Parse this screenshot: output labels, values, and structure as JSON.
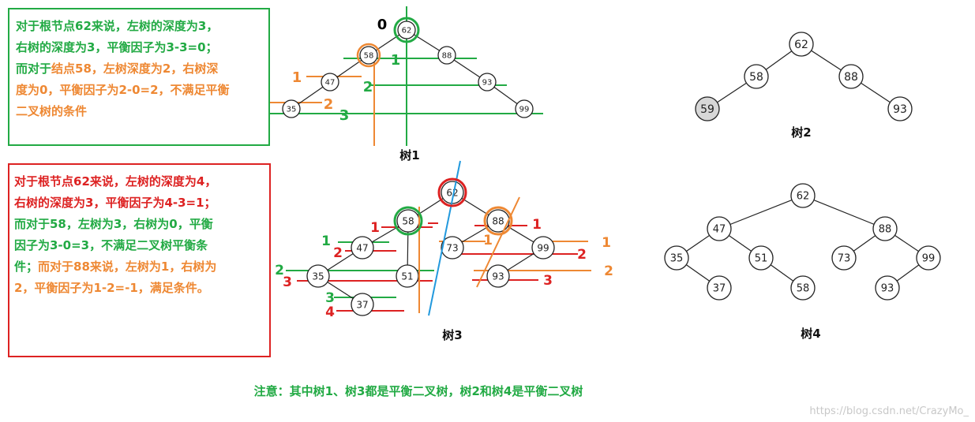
{
  "box1": {
    "lines": [
      [
        {
          "t": "对于根节点62来说，左树的深度为3，",
          "c": "g"
        }
      ],
      [
        {
          "t": "右树的深度为3，平衡因子为3-3=0；",
          "c": "g"
        }
      ],
      [
        {
          "t": "而对于",
          "c": "g"
        },
        {
          "t": "结点58，左树深度为2，右树深",
          "c": "o"
        }
      ],
      [
        {
          "t": "度为0，平衡因子为2-0=2，不满足平衡",
          "c": "o"
        }
      ],
      [
        {
          "t": "二叉树的条件",
          "c": "o"
        }
      ]
    ]
  },
  "box2": {
    "lines": [
      [
        {
          "t": "对于根节点62来说，左树的深度为4，",
          "c": "r"
        }
      ],
      [
        {
          "t": "右树的深度为3，平衡因子为4-3=1；",
          "c": "r"
        }
      ],
      [
        {
          "t": "而对于58，左树为3，右树为0，平衡",
          "c": "g"
        }
      ],
      [
        {
          "t": "因子为3-0=3，不满足二叉树平衡条",
          "c": "g"
        }
      ],
      [
        {
          "t": "件；",
          "c": "g"
        },
        {
          "t": "而对于88来说，左树为1，右树为",
          "c": "o"
        }
      ],
      [
        {
          "t": "2，平衡因子为1-2=-1，满足条件。",
          "c": "o"
        }
      ]
    ]
  },
  "trees": {
    "tree1": {
      "title": "树1",
      "nodes": [
        {
          "id": "62",
          "label": "62"
        },
        {
          "id": "58",
          "label": "58"
        },
        {
          "id": "88",
          "label": "88"
        },
        {
          "id": "47",
          "label": "47"
        },
        {
          "id": "93",
          "label": "93"
        },
        {
          "id": "35",
          "label": "35"
        },
        {
          "id": "99",
          "label": "99"
        }
      ],
      "marks": [
        {
          "id": "m0",
          "text": "0",
          "color": "#000000"
        },
        {
          "id": "m1",
          "text": "1",
          "color": "#22aa44"
        },
        {
          "id": "m2",
          "text": "2",
          "color": "#22aa44"
        },
        {
          "id": "m3",
          "text": "3",
          "color": "#22aa44"
        },
        {
          "id": "m4",
          "text": "1",
          "color": "#ee8833"
        },
        {
          "id": "m5",
          "text": "2",
          "color": "#ee8833"
        }
      ]
    },
    "tree2": {
      "title": "树2",
      "nodes": [
        {
          "id": "62",
          "label": "62"
        },
        {
          "id": "58",
          "label": "58"
        },
        {
          "id": "88",
          "label": "88"
        },
        {
          "id": "59",
          "label": "59"
        },
        {
          "id": "93",
          "label": "93"
        }
      ]
    },
    "tree3": {
      "title": "树3",
      "nodes": [
        {
          "id": "62",
          "label": "62"
        },
        {
          "id": "58",
          "label": "58"
        },
        {
          "id": "88",
          "label": "88"
        },
        {
          "id": "47",
          "label": "47"
        },
        {
          "id": "73",
          "label": "73"
        },
        {
          "id": "99",
          "label": "99"
        },
        {
          "id": "35",
          "label": "35"
        },
        {
          "id": "51",
          "label": "51"
        },
        {
          "id": "93",
          "label": "93"
        },
        {
          "id": "37",
          "label": "37"
        }
      ],
      "marks": [
        {
          "id": "a1",
          "text": "1",
          "color": "#dd2222"
        },
        {
          "id": "a2",
          "text": "2",
          "color": "#dd2222"
        },
        {
          "id": "a3",
          "text": "3",
          "color": "#dd2222"
        },
        {
          "id": "a4",
          "text": "4",
          "color": "#dd2222"
        },
        {
          "id": "b1",
          "text": "1",
          "color": "#22aa44"
        },
        {
          "id": "b2",
          "text": "2",
          "color": "#22aa44"
        },
        {
          "id": "b3",
          "text": "3",
          "color": "#22aa44"
        },
        {
          "id": "c1",
          "text": "1",
          "color": "#dd2222"
        },
        {
          "id": "c2",
          "text": "2",
          "color": "#dd2222"
        },
        {
          "id": "c3",
          "text": "3",
          "color": "#dd2222"
        },
        {
          "id": "d1",
          "text": "1",
          "color": "#ee8833"
        },
        {
          "id": "d2",
          "text": "1",
          "color": "#ee8833"
        },
        {
          "id": "d3",
          "text": "2",
          "color": "#ee8833"
        }
      ]
    },
    "tree4": {
      "title": "树4",
      "nodes": [
        {
          "id": "62",
          "label": "62"
        },
        {
          "id": "47",
          "label": "47"
        },
        {
          "id": "88",
          "label": "88"
        },
        {
          "id": "35",
          "label": "35"
        },
        {
          "id": "51",
          "label": "51"
        },
        {
          "id": "73",
          "label": "73"
        },
        {
          "id": "99",
          "label": "99"
        },
        {
          "id": "37",
          "label": "37"
        },
        {
          "id": "58",
          "label": "58"
        },
        {
          "id": "93",
          "label": "93"
        }
      ]
    }
  },
  "note": "注意：其中树1、树3都是平衡二叉树，树2和树4是平衡二叉树",
  "watermark": "https://blog.csdn.net/CrazyMo_"
}
